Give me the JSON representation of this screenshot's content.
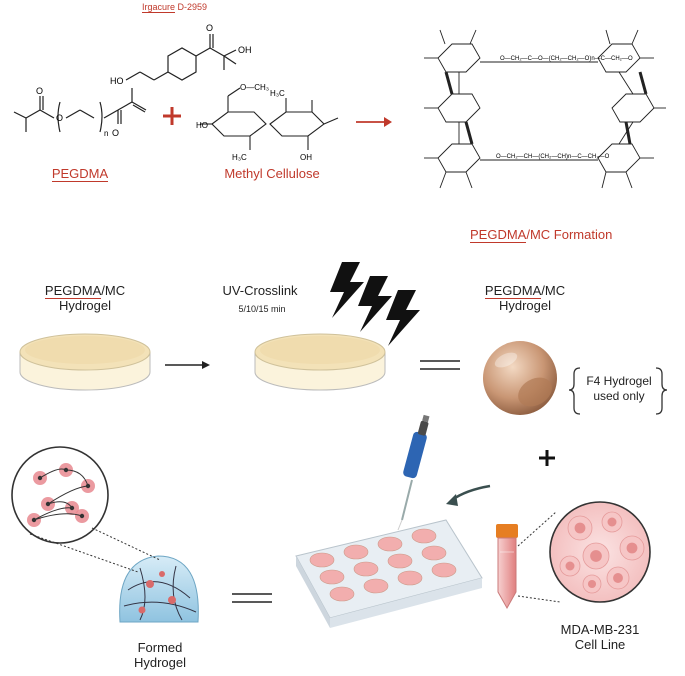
{
  "chemistry": {
    "initiator_brand": "Irgacure",
    "initiator_code": " D-2959",
    "pegdma": "PEGDMA",
    "methyl_cellulose": "Methyl Cellulose",
    "plus": "+",
    "formation_pre": "PEGDMA",
    "formation_post": "/MC Formation"
  },
  "process": {
    "step1_line1_a": "PEGDMA",
    "step1_line1_b": "/MC",
    "step1_line2": "Hydrogel",
    "step2_title": "UV-Crosslink",
    "step2_times": "5/10/15 min",
    "step3_line1_a": "PEGDMA",
    "step3_line1_b": "/MC",
    "step3_line2": "Hydrogel",
    "note_line1": "F4 Hydrogel",
    "note_line2": "used only",
    "plus": "+",
    "cells_line1": "MDA-MB-231",
    "cells_line2": "Cell Line",
    "formed_line1": "Formed",
    "formed_line2": "Hydrogel"
  },
  "colors": {
    "accent_red": "#c0392b",
    "gel_fill": "#f3e2b8",
    "cell_pink": "#e88a8a"
  }
}
